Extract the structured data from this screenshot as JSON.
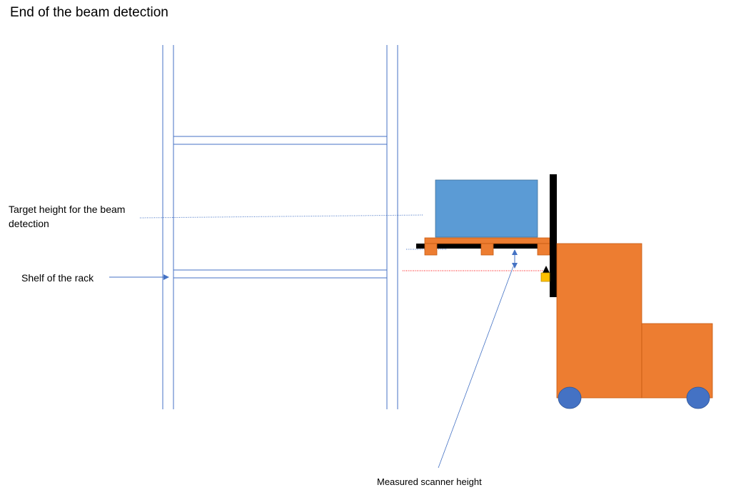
{
  "title": "End of the beam detection",
  "labels": {
    "target_height": "Target height for the beam detection",
    "shelf": "Shelf of the rack",
    "scanner_height": "Measured scanner height"
  },
  "colors": {
    "rack_line": "#4472C4",
    "load_box": "#5B9BD5",
    "pallet": "#ED7D31",
    "forklift_body": "#ED7D31",
    "wheels": "#4472C4",
    "mast": "#000000",
    "sensor": "#FFC000",
    "laser_line": "#FF0000",
    "annotation_line": "#4472C4"
  }
}
